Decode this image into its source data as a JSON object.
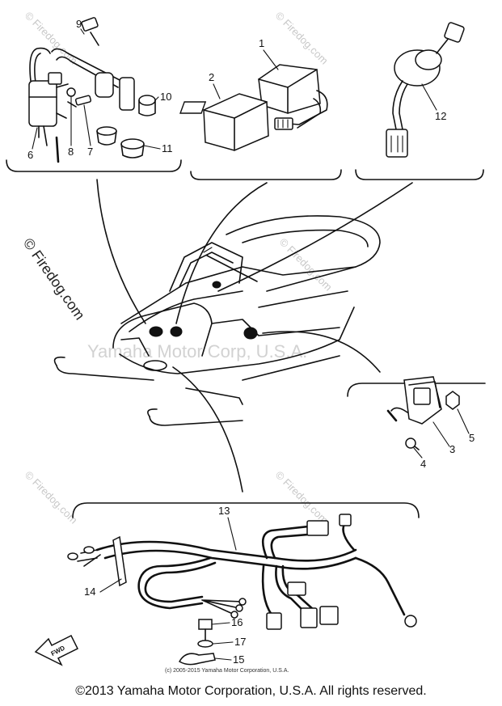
{
  "callouts": {
    "c1": "1",
    "c2": "2",
    "c3": "3",
    "c4": "4",
    "c5": "5",
    "c6": "6",
    "c7": "7",
    "c8": "8",
    "c9": "9",
    "c10": "10",
    "c11": "11",
    "c12": "12",
    "c13": "13",
    "c14": "14",
    "c15": "15",
    "c16": "16",
    "c17": "17"
  },
  "watermarks": {
    "firedog": "© Firedog.com",
    "yamaha_overlay": "Yamaha Motor Corp, U.S.A."
  },
  "arrow_label": "FWD",
  "small_copyright": "(c) 2005-2015 Yamaha Motor Corporation, U.S.A.",
  "footer_copyright": "©2013 Yamaha Motor Corporation, U.S.A. All rights reserved."
}
